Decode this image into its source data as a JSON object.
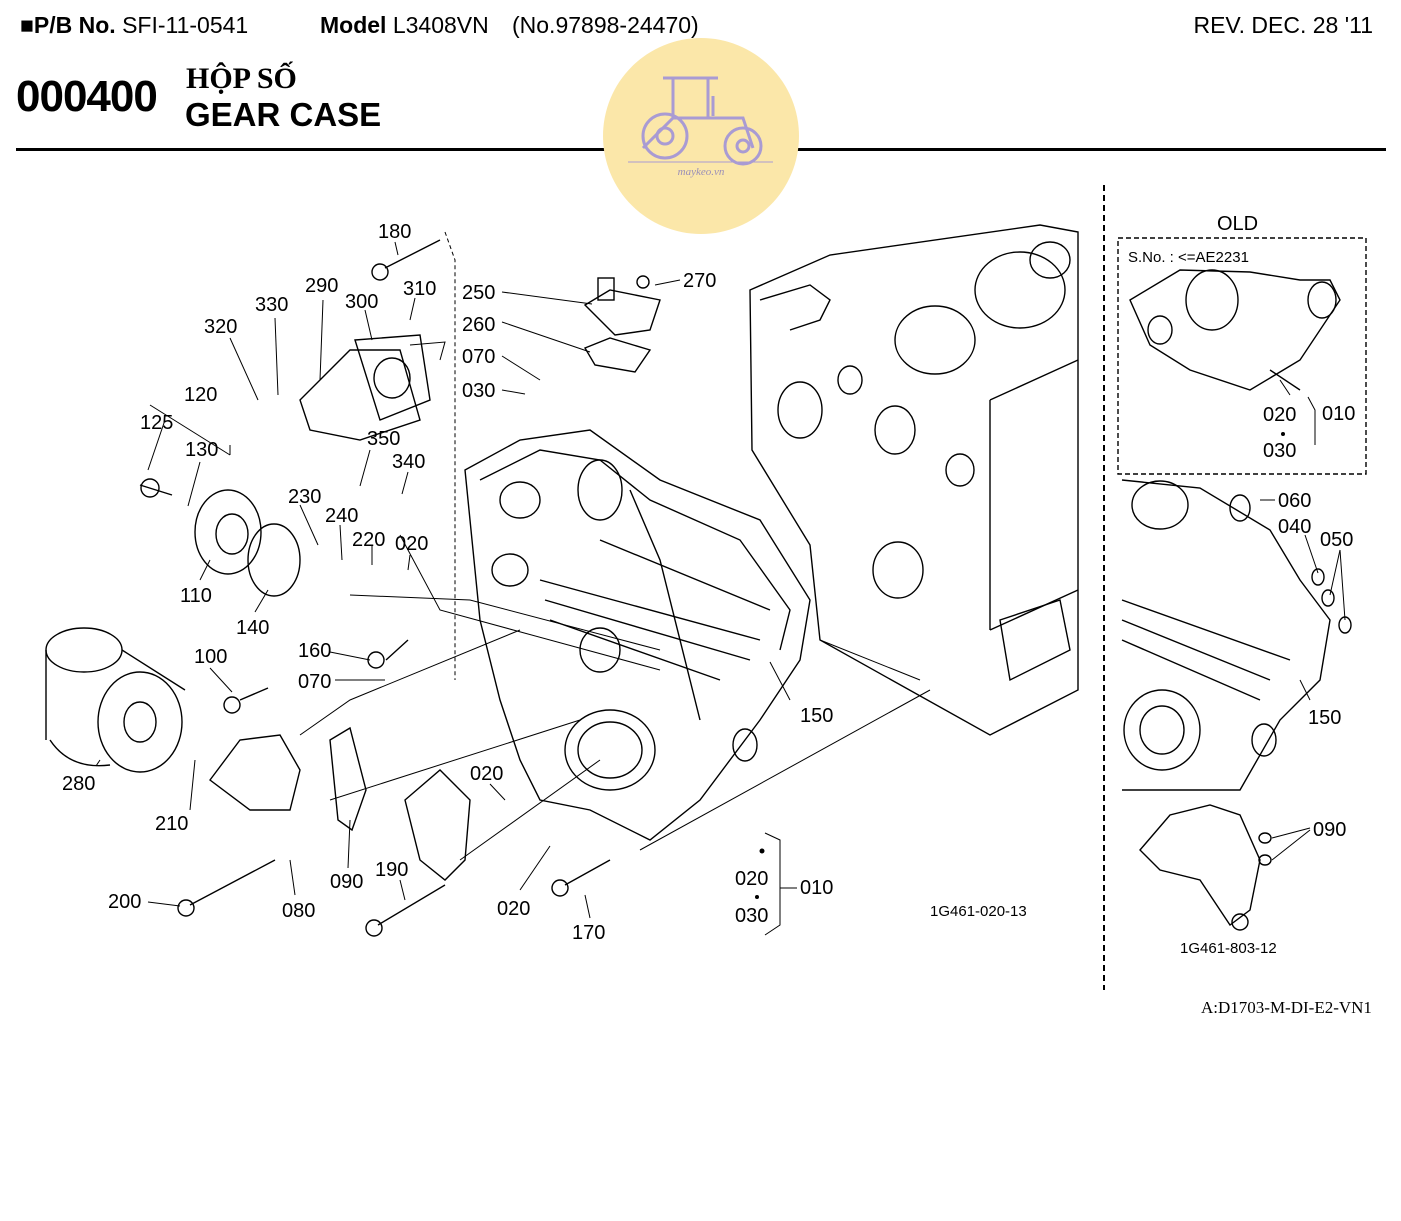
{
  "header": {
    "pb_label": "P/B No.",
    "pb_value": "SFI-11-0541",
    "model_label": "Model",
    "model_value": "L3408VN",
    "model_no": "(No.97898-24470)",
    "rev": "REV. DEC. 28 '11"
  },
  "section": {
    "code": "000400",
    "title_vn": "HỘP SỐ",
    "title_en": "GEAR CASE"
  },
  "watermark": {
    "text": "maykeo.vn",
    "color": "#fbe7a9"
  },
  "labels": {
    "l180": "180",
    "l270": "270",
    "l290": "290",
    "l300": "300",
    "l310": "310",
    "l330": "330",
    "l320": "320",
    "l250": "250",
    "l260": "260",
    "l070a": "070",
    "l030a": "030",
    "l120": "120",
    "l125": "125",
    "l130": "130",
    "l350": "350",
    "l340": "340",
    "l230": "230",
    "l240": "240",
    "l220": "220",
    "l020a": "020",
    "l110": "110",
    "l140": "140",
    "l160": "160",
    "l070b": "070",
    "l100": "100",
    "l150": "150",
    "l280": "280",
    "l210": "210",
    "l020b": "020",
    "l090": "090",
    "l190": "190",
    "l200": "200",
    "l080": "080",
    "l020c": "020",
    "l170": "170",
    "l020d": "020",
    "l030d": "030",
    "l010": "010"
  },
  "diagram_code": "1G461-020-13",
  "old_panel": {
    "title": "OLD",
    "serial": "S.No. : <=AE2231",
    "l020": "020",
    "l030": "030",
    "l010": "010",
    "l060": "060",
    "l040": "040",
    "l050": "050",
    "l150": "150",
    "l090": "090",
    "code": "1G461-803-12"
  },
  "reference": "A:D1703-M-DI-E2-VN1"
}
